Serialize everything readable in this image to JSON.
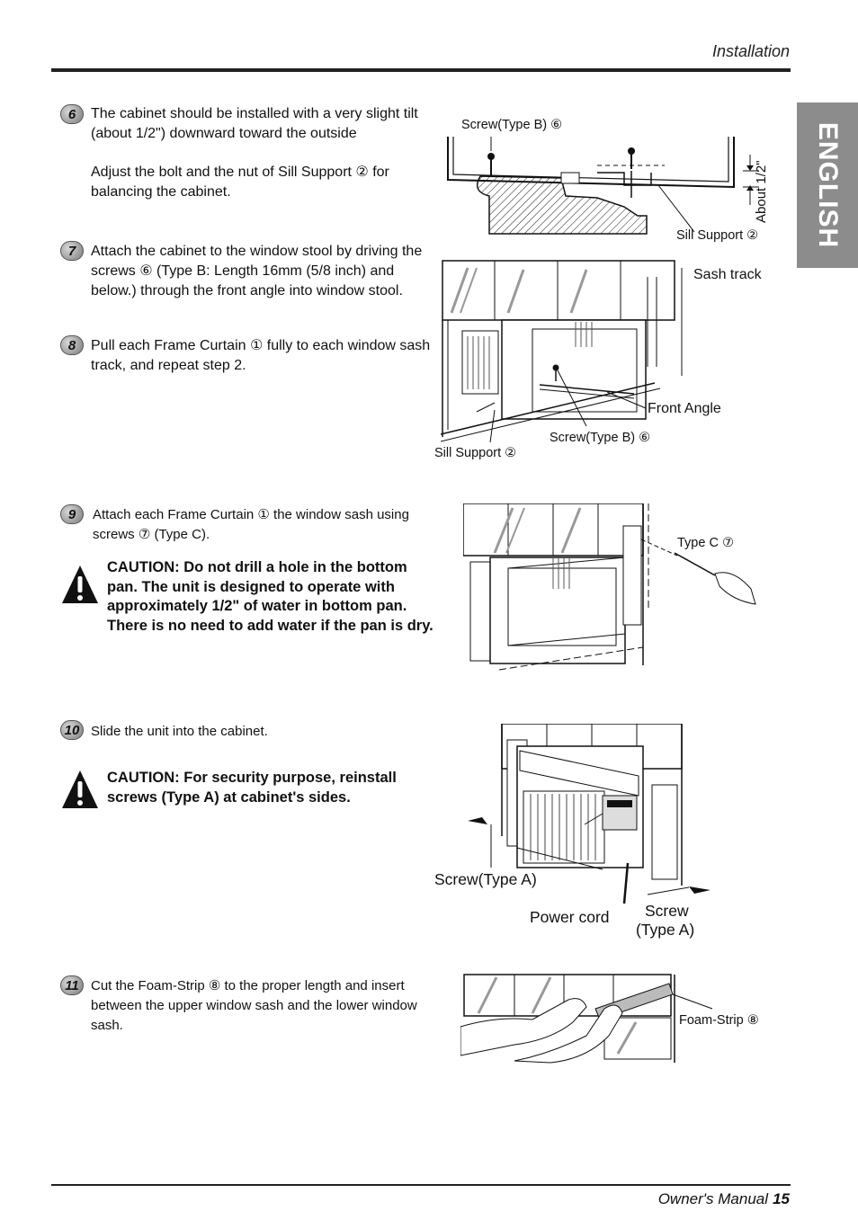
{
  "header": {
    "section_title": "Installation",
    "language_tab": "ENGLISH"
  },
  "steps": [
    {
      "number": "6",
      "paragraphs": [
        "The cabinet should be installed with a very slight tilt (about 1/2\") downward toward the outside",
        "Adjust the bolt and the nut of Sill Support ② for balancing the cabinet."
      ],
      "figure_labels": {
        "screw": "Screw(Type B) ⑥",
        "sill_support": "Sill Support ②",
        "about": "About 1/2\""
      }
    },
    {
      "number": "7",
      "paragraphs": [
        "Attach the cabinet to the window stool by driving the screws ⑥ (Type B: Length 16mm (5/8 inch) and below.) through the front angle into window stool."
      ]
    },
    {
      "number": "8",
      "paragraphs": [
        "Pull each Frame Curtain ① fully to each window sash track, and repeat step 2."
      ],
      "figure_labels": {
        "sash_track": "Sash track",
        "front_angle": "Front Angle",
        "screw": "Screw(Type B) ⑥",
        "sill_support": "Sill Support ②"
      }
    },
    {
      "number": "9",
      "paragraphs": [
        "Attach each Frame Curtain ① the window sash using screws ⑦ (Type C)."
      ],
      "caution": "CAUTION: Do not drill a hole in the bottom pan. The unit is designed to operate with approximately 1/2\" of water in bottom pan. There is no need to add water if the pan is dry.",
      "figure_labels": {
        "type_c": "Type C ⑦"
      }
    },
    {
      "number": "10",
      "paragraphs": [
        "Slide the unit into the cabinet."
      ],
      "caution": "CAUTION: For security purpose, reinstall screws (Type A) at cabinet's sides.",
      "figure_labels": {
        "screw_left": "Screw(Type A)",
        "power_cord": "Power cord",
        "screw_right_1": "Screw",
        "screw_right_2": "(Type A)"
      }
    },
    {
      "number": "11",
      "paragraphs": [
        "Cut the Foam-Strip ⑧ to the proper length and insert between the upper window sash and the lower window sash."
      ],
      "figure_labels": {
        "foam_strip": "Foam-Strip ⑧"
      }
    }
  ],
  "footer": {
    "manual_title": "Owner's Manual",
    "page_number": "15"
  }
}
